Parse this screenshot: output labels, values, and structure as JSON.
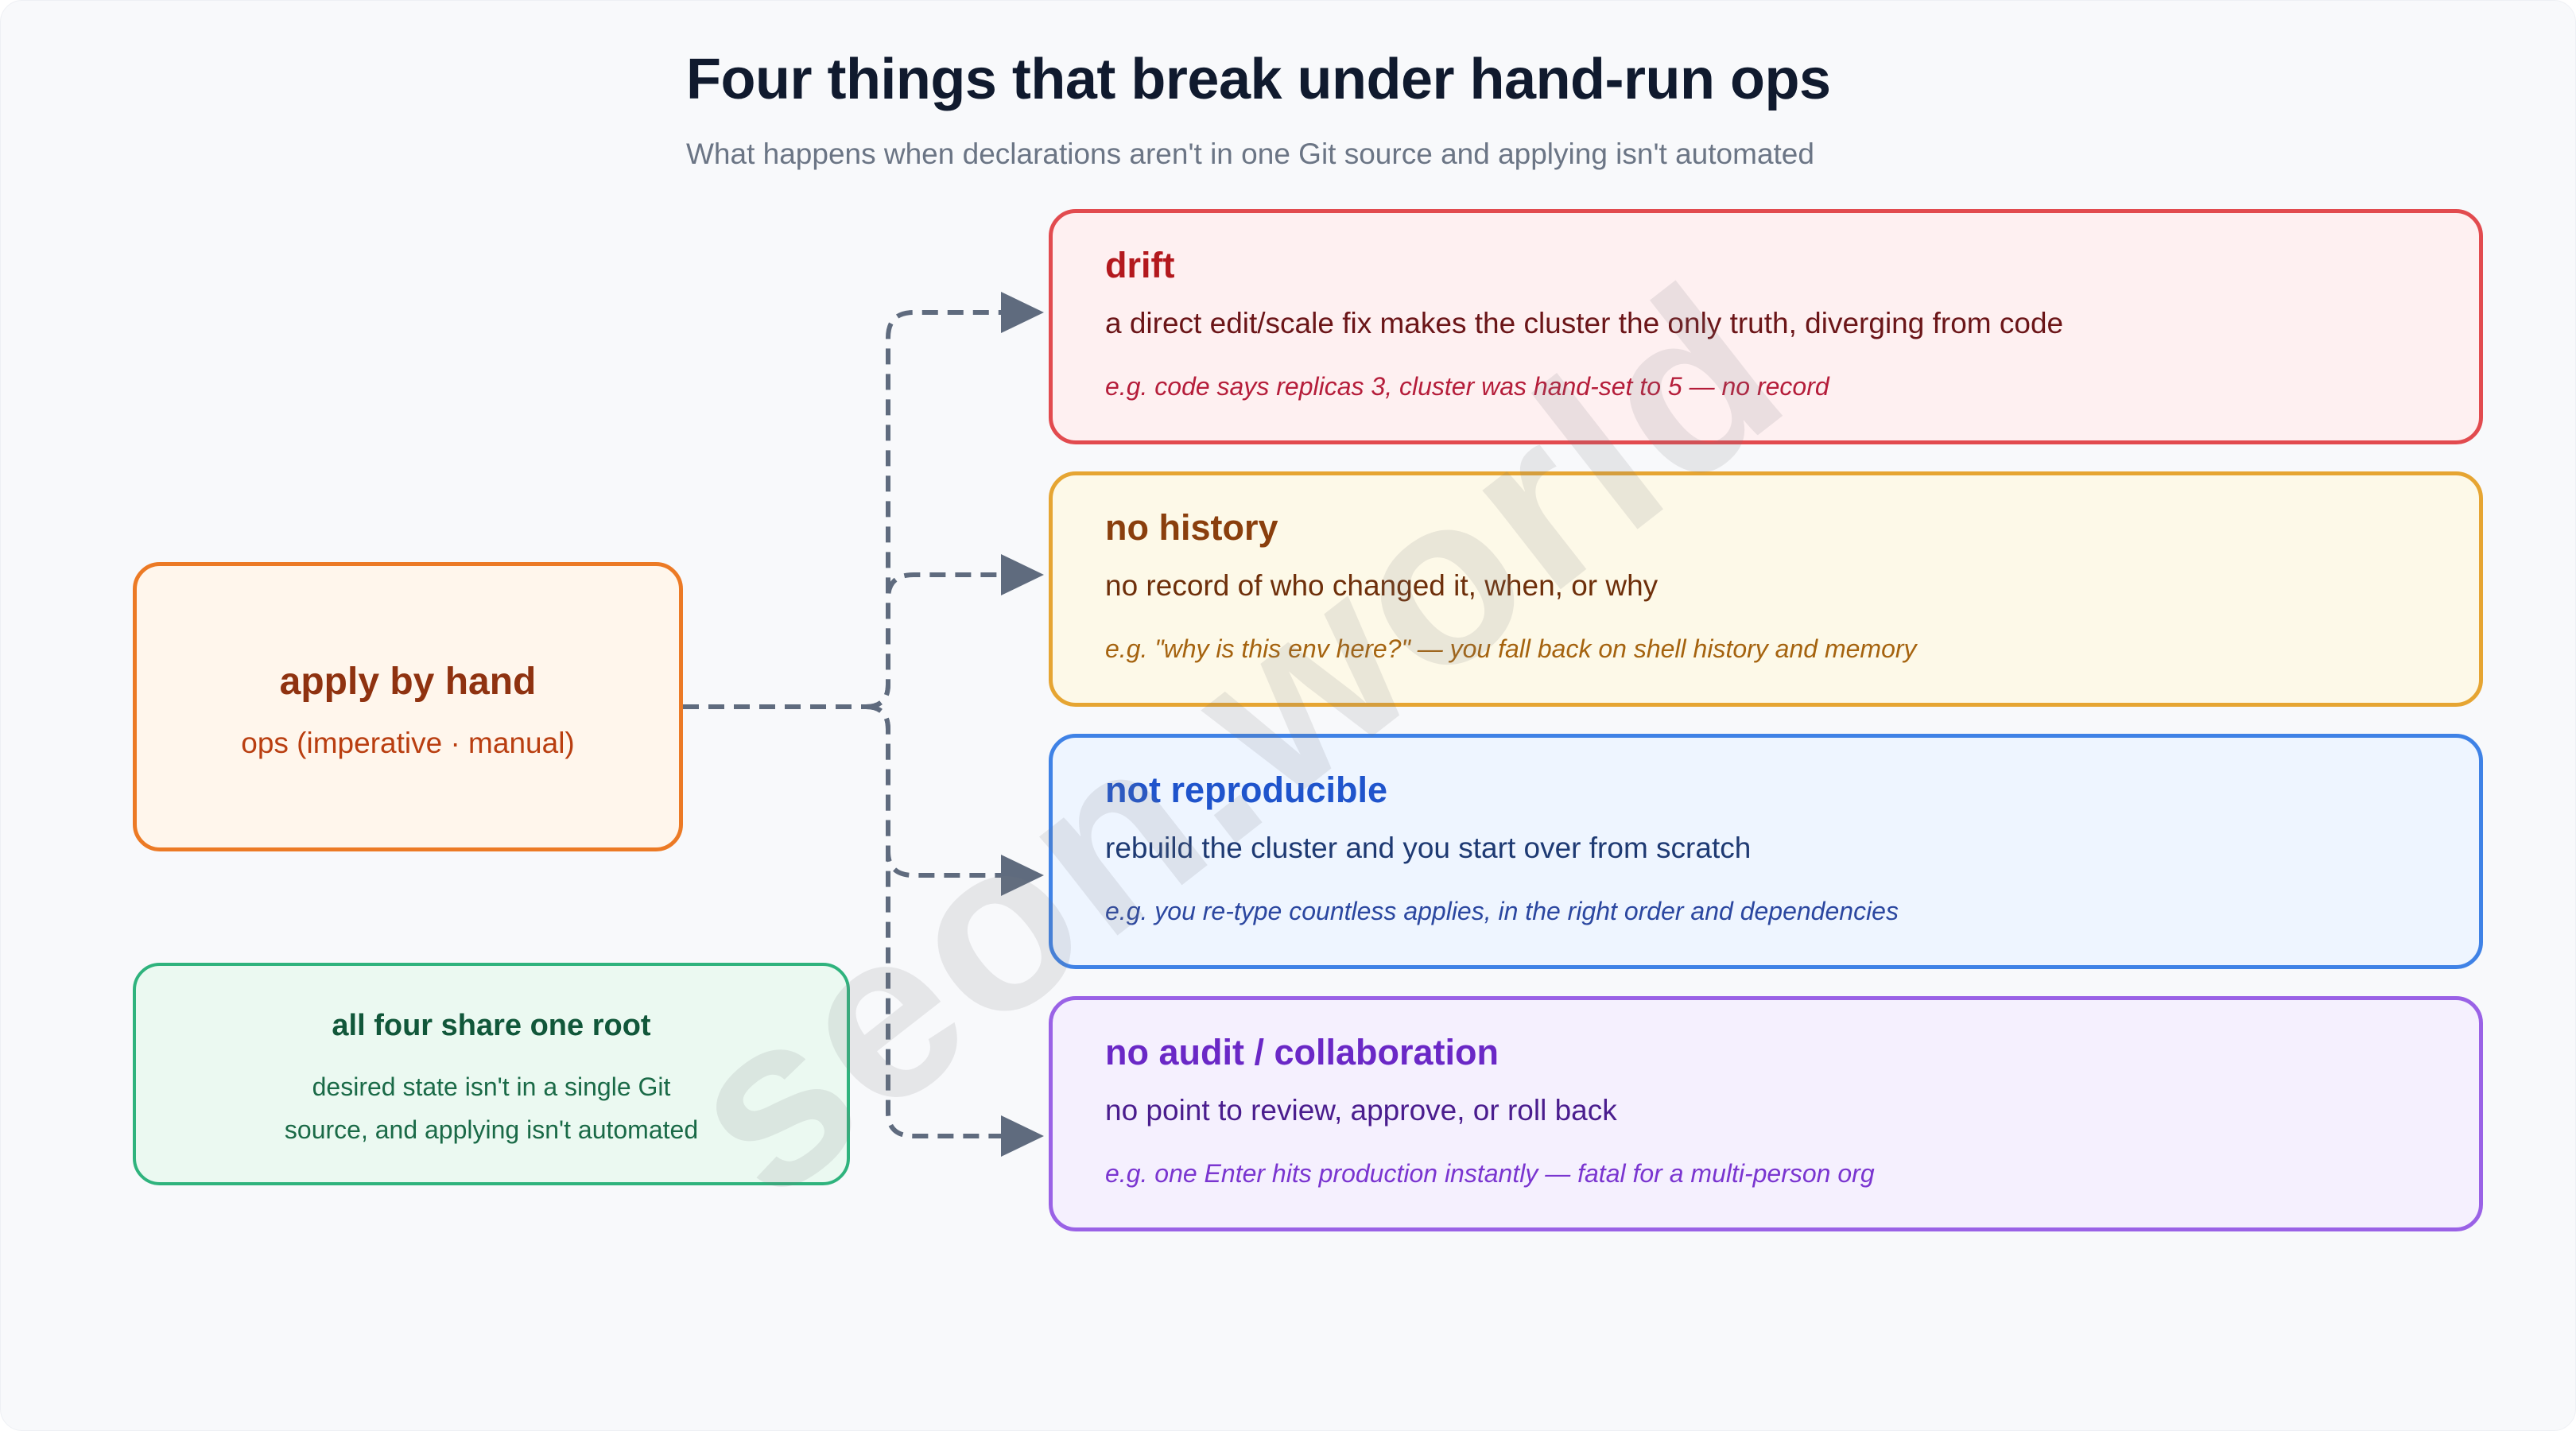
{
  "header": {
    "title": "Four things that break under hand-run ops",
    "subtitle": "What happens when declarations aren't in one Git source and applying isn't automated"
  },
  "source": {
    "title": "apply by hand",
    "subtitle": "ops (imperative · manual)"
  },
  "root": {
    "title": "all four share one root",
    "line1": "desired state isn't in a single Git",
    "line2": "source, and applying isn't automated"
  },
  "cards": [
    {
      "title": "drift",
      "description": "a direct edit/scale fix makes the cluster the only truth, diverging from code",
      "example": "e.g. code says replicas 3, cluster was hand-set to 5 — no record"
    },
    {
      "title": "no history",
      "description": "no record of who changed it, when, or why",
      "example": "e.g. \"why is this env here?\" — you fall back on shell history and memory"
    },
    {
      "title": "not reproducible",
      "description": "rebuild the cluster and you start over from scratch",
      "example": "e.g. you re-type countless applies, in the right order and dependencies"
    },
    {
      "title": "no audit / collaboration",
      "description": "no point to review, approve, or roll back",
      "example": "e.g. one Enter hits production instantly — fatal for a multi-person org"
    }
  ],
  "watermark": "seon.world",
  "colors": {
    "connector": "#5f6b7e",
    "drift": "#e24b4f",
    "history": "#e6a532",
    "reproducible": "#3f82e6",
    "audit": "#9a62e6",
    "source": "#ec7a25",
    "root": "#2fb37d"
  }
}
